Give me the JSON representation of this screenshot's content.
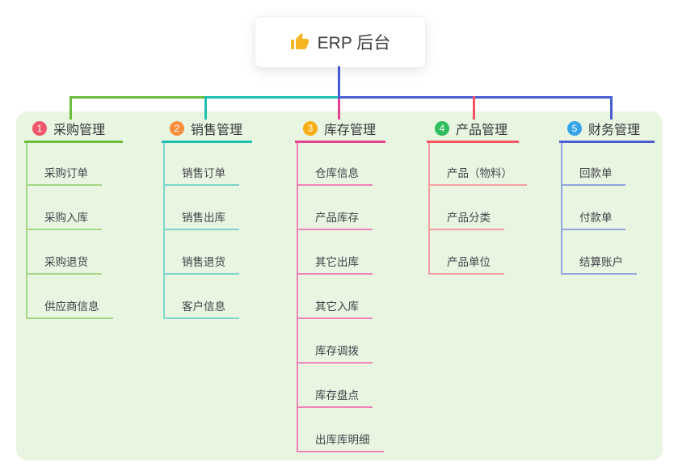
{
  "canvas": {
    "panel_bg": "#e8f5e1"
  },
  "root": {
    "label": "ERP 后台",
    "icon": "thumbs-up-icon",
    "icon_color": "#f5b521",
    "line_color": "#4456d2"
  },
  "branches": [
    {
      "num": "1",
      "title": "采购管理",
      "badge_color": "#f0566c",
      "line_color": "#6cbd3d",
      "child_line_color": "#a4d784",
      "children": [
        "采购订单",
        "采购入库",
        "采购退货",
        "供应商信息"
      ]
    },
    {
      "num": "2",
      "title": "销售管理",
      "badge_color": "#f78e3e",
      "line_color": "#1fbfb2",
      "child_line_color": "#7fd5cb",
      "children": [
        "销售订单",
        "销售出库",
        "销售退货",
        "客户信息"
      ]
    },
    {
      "num": "3",
      "title": "库存管理",
      "badge_color": "#f9ad14",
      "line_color": "#e2428f",
      "child_line_color": "#ef82b6",
      "children": [
        "仓库信息",
        "产品库存",
        "其它出库",
        "其它入库",
        "库存调拨",
        "库存盘点",
        "出库库明细"
      ]
    },
    {
      "num": "4",
      "title": "产品管理",
      "badge_color": "#2fbd5d",
      "line_color": "#f4535f",
      "child_line_color": "#f8a0a0",
      "children": [
        "产品（物料）",
        "产品分类",
        "产品单位"
      ]
    },
    {
      "num": "5",
      "title": "财务管理",
      "badge_color": "#36a3e9",
      "line_color": "#4a5ed2",
      "child_line_color": "#93a5de",
      "children": [
        "回款单",
        "付款单",
        "结算账户"
      ]
    }
  ]
}
